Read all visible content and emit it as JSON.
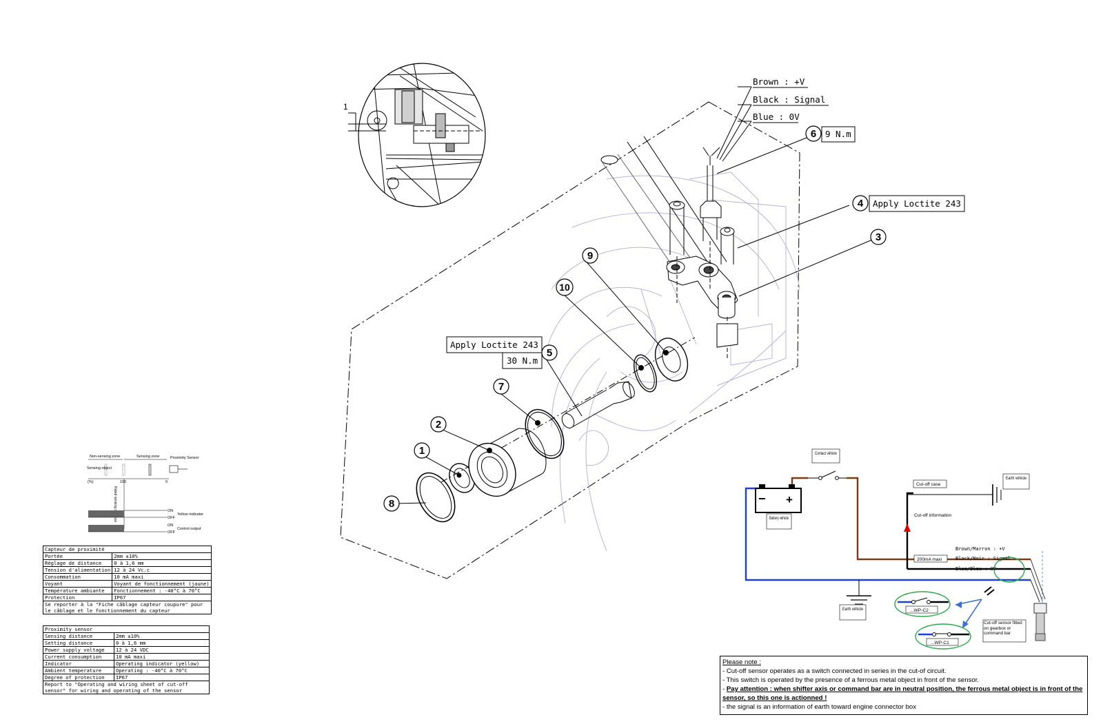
{
  "callouts": {
    "n1": "1",
    "n2": "2",
    "n3": "3",
    "n4": "4",
    "n5": "5",
    "n6": "6",
    "n7": "7",
    "n8": "8",
    "n9": "9",
    "n10": "10",
    "detail_ref": "1"
  },
  "annotations": {
    "torque_6": "9 N.m",
    "loctite_4": "Apply Loctite 243",
    "loctite_5": "Apply Loctite 243",
    "torque_5": "30 N.m"
  },
  "wires": {
    "brown": "Brown : +V",
    "black": "Black : Signal",
    "blue": "Blue : 0V"
  },
  "sensor_chart": {
    "non_sensing_zone": "Non-sensing zone",
    "sensing_zone": "Sensing zone",
    "proximity_sensor": "Proximity Sensor",
    "sensing_object": "Sensing object",
    "pct_label": "(%)",
    "tick_100": "100",
    "tick_0": "0",
    "rated_distance": "Rated sensing distance",
    "on1": "ON",
    "off1": "OFF",
    "yellow_indicator": "Yellow indicator",
    "on2": "ON",
    "off2": "OFF",
    "control_output": "Control output"
  },
  "table_fr": {
    "title": "Capteur de proximité",
    "rows": [
      [
        "Portée",
        "2mm ±10%"
      ],
      [
        "Réglage de distance",
        "0 à 1,6 mm"
      ],
      [
        "Tension d'alimentation",
        "12 à 24 Vc.c"
      ],
      [
        "Consommation",
        "10 mA maxi"
      ],
      [
        "Voyant",
        "Voyant de fonctionnement (jaune)"
      ],
      [
        "Température ambiante",
        "Fonctionnement : -40°C à 70°C"
      ],
      [
        "Protection",
        "IP67"
      ]
    ],
    "footer": "Se reporter à la \"Fiche câblage capteur coupure\" pour le câblage et le fonctionnement du capteur"
  },
  "table_en": {
    "title": "Proximity sensor",
    "rows": [
      [
        "Sensing distance",
        "2mm ±10%"
      ],
      [
        "Setting distance",
        "0 à 1,6 mm"
      ],
      [
        "Power supply voltage",
        "12 à 24 VDC"
      ],
      [
        "Current consumption",
        "10 mA maxi"
      ],
      [
        "Indicator",
        "Operating indicator (yellow)"
      ],
      [
        "Ambient temperature",
        "Operating : -40°C à 70°C"
      ],
      [
        "Degree of protection",
        "IP67"
      ]
    ],
    "footer": "Report to \"Operating and wiring sheet of cut-off sensor\" for wiring and operating of the sensor"
  },
  "wiring": {
    "contact_vehicle": "Contact véhicle",
    "battery_vehicle": "Battery véhicle",
    "earth_vehicle_1": "Earth véhicle",
    "earth_vehicle_2": "Earth véhicle",
    "cutoff_case": "Cut-off case",
    "cutoff_information": "Cut-off information",
    "brown_marron": "Brown/Marron : +V",
    "black_noir": "Black/Noir : Signal",
    "blue_bleu": "Blue/Bleu : 0V",
    "max_current": "200mA maxi",
    "wp_c2": "...WP-C2",
    "wp_c1": "...WP-C1",
    "sensor_note": "Cut-off sensor fitted on gearbox or command bar",
    "battery_minus": "−",
    "battery_plus": "+"
  },
  "note": {
    "title": "Please note :",
    "line1": "- Cut-off sensor operates as a switch connected in series in the cut-of circuit.",
    "line2": "- This switch is operated by the presence of a ferrous metal object in front of the sensor.",
    "line3": "Pay attention : when shifter axis or command bar are in neutral position, the ferrous metal object is in front of the sensor, so this one is actionned !",
    "line4": "- the signal is an information of earth toward engine connector box"
  },
  "colors": {
    "brown_wire": "#7a3b12",
    "blue_wire": "#1f3fd1",
    "black_wire": "#000000",
    "ghost_lines": "#b7b4dc",
    "arrow_red": "#e00000",
    "circle_green": "#2aa84a",
    "arrow_blue": "#3b6fd1"
  }
}
